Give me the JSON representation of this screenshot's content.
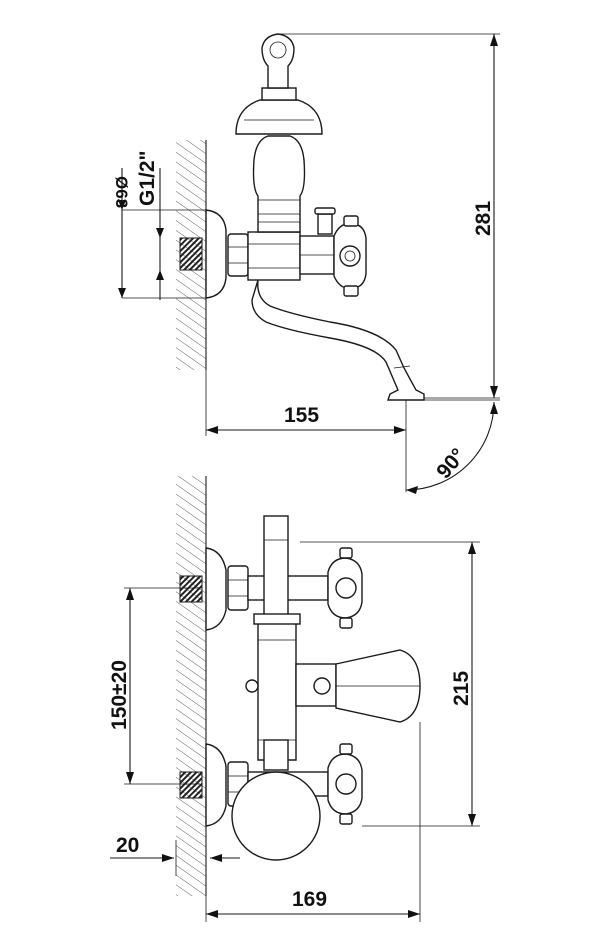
{
  "dimensions": {
    "side_thread_outer": "Ø63",
    "side_thread_inner": "G1/2\"",
    "height_total": "281",
    "projection_spout": "155",
    "swivel_angle": "90°",
    "height_front": "215",
    "center_distance": "150±20",
    "wall_offset": "20",
    "depth_front": "169"
  }
}
